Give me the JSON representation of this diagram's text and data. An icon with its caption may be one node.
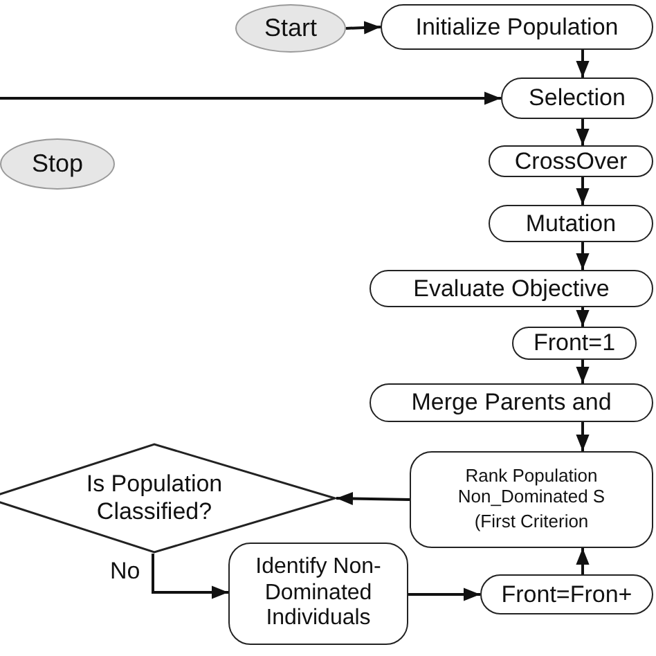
{
  "diagram": {
    "nodes": [
      {
        "text": [
          "Start"
        ]
      },
      {
        "text": [
          "Initialize Population"
        ]
      },
      {
        "text": [
          "Selection"
        ]
      },
      {
        "text": [
          "Stop"
        ]
      },
      {
        "text": [
          "CrossOver"
        ]
      },
      {
        "text": [
          "Mutation"
        ]
      },
      {
        "text": [
          "Evaluate Objective"
        ]
      },
      {
        "text": [
          "Front=1"
        ]
      },
      {
        "text": [
          "Merge Parents and"
        ]
      },
      {
        "text": [
          "Rank Population Non_Dominated S",
          "(First Criterion"
        ]
      },
      {
        "text": [
          "Is Population Classified?"
        ]
      },
      {
        "text": [
          "Identify Non-Dominated Individuals"
        ]
      },
      {
        "text": [
          "Front=Fron+"
        ]
      }
    ],
    "edges": [
      {
        "from": 0,
        "to": 1,
        "arrow": "to"
      },
      {
        "from": 1,
        "to": 2,
        "arrow": "to"
      },
      {
        "from": 2,
        "to": 4,
        "arrow": "to"
      },
      {
        "from": 4,
        "to": 5,
        "arrow": "to"
      },
      {
        "from": 5,
        "to": 6,
        "arrow": "to"
      },
      {
        "from": 6,
        "to": 7,
        "arrow": "to"
      },
      {
        "from": 7,
        "to": 8,
        "arrow": "to"
      },
      {
        "from": 8,
        "to": 9,
        "arrow": "to"
      },
      {
        "from": 9,
        "to": 10,
        "arrow": "to"
      },
      {
        "from": 10,
        "to": 11,
        "arrow": "to",
        "label": "No"
      },
      {
        "from": 11,
        "to": 12,
        "arrow": "to"
      },
      {
        "from": 12,
        "to": 9,
        "arrow": "to"
      },
      {
        "from": null,
        "to": 2,
        "arrow": "to"
      }
    ]
  }
}
